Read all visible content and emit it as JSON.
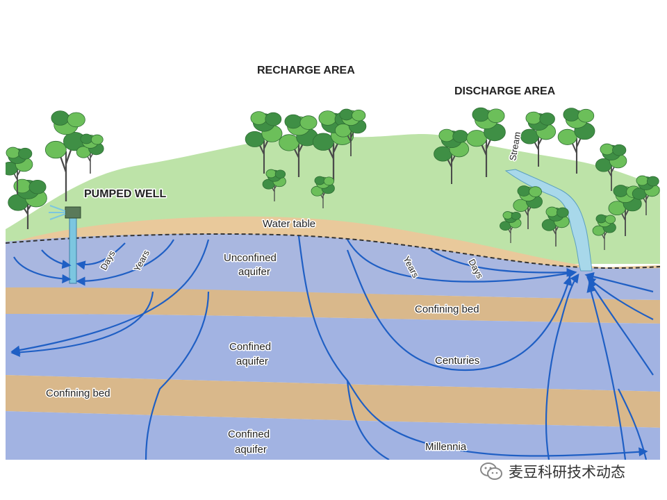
{
  "colors": {
    "sky": "#ffffff",
    "grass": "#bde3a8",
    "soil": "#e9c99b",
    "unconfined": "#a9b7e0",
    "confining": "#d9b88b",
    "confined": "#a2b3e2",
    "stream": "#a8d8ea",
    "flow": "#1f5fc4",
    "tree_dark": "#3f8f45",
    "tree_light": "#6cbf5a",
    "trunk": "#4a4a4a"
  },
  "labels": {
    "recharge_area": "RECHARGE AREA",
    "discharge_area": "DISCHARGE AREA",
    "pumped_well": "PUMPED WELL",
    "stream": "Stream",
    "water_table": "Water table",
    "days_left": "Days",
    "years_left": "Years",
    "unconfined_line1": "Unconfined",
    "unconfined_line2": "aquifer",
    "years_right": "Years",
    "days_right": "Days",
    "confining_bed_upper": "Confining bed",
    "confined_upper_line1": "Confined",
    "confined_upper_line2": "aquifer",
    "centuries": "Centuries",
    "confining_bed_lower": "Confining bed",
    "confined_lower_line1": "Confined",
    "confined_lower_line2": "aquifer",
    "millennia": "Millennia"
  },
  "watermark": {
    "text": "麦豆科研技术动态",
    "icon": "wechat-icon"
  }
}
